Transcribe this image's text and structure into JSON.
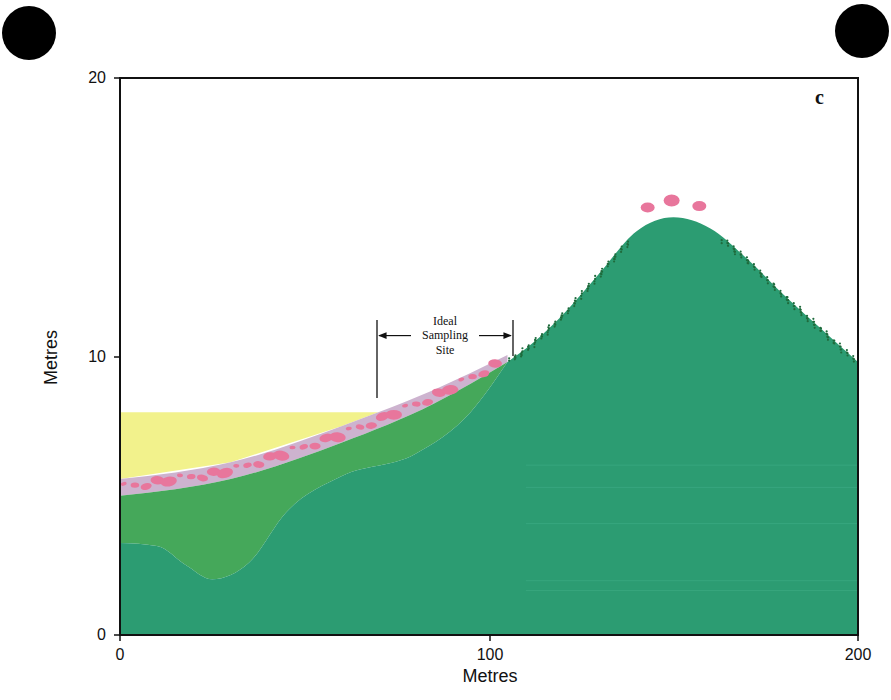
{
  "diagram": {
    "labels": [
      "c",
      "Ideal Sampling Site",
      "20",
      "10",
      "0",
      "0",
      "100",
      "200",
      "Metres",
      "Metres"
    ]
  }
}
